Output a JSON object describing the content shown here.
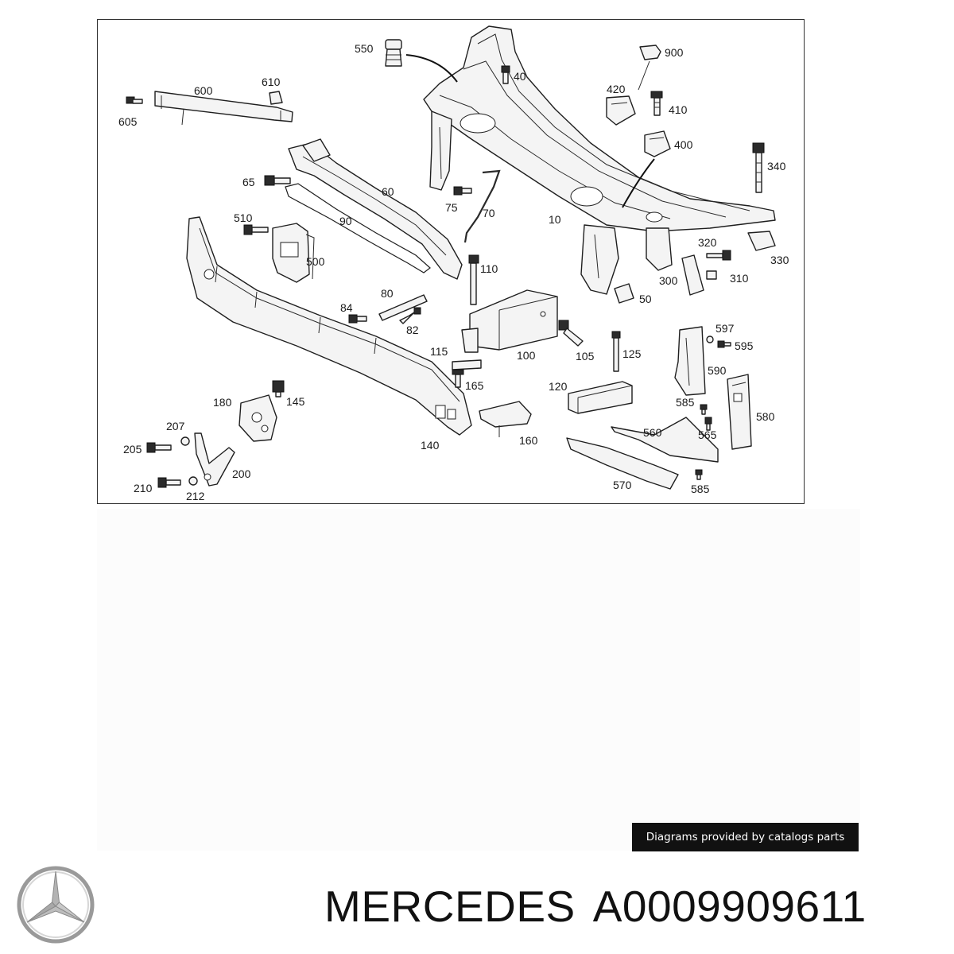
{
  "diagram": {
    "callouts": [
      {
        "id": "c550",
        "label": "550"
      },
      {
        "id": "c40",
        "label": "40"
      },
      {
        "id": "c900",
        "label": "900"
      },
      {
        "id": "c420",
        "label": "420"
      },
      {
        "id": "c410",
        "label": "410"
      },
      {
        "id": "c400",
        "label": "400"
      },
      {
        "id": "c340",
        "label": "340"
      },
      {
        "id": "c600",
        "label": "600"
      },
      {
        "id": "c610",
        "label": "610"
      },
      {
        "id": "c605",
        "label": "605"
      },
      {
        "id": "c65",
        "label": "65"
      },
      {
        "id": "c60",
        "label": "60"
      },
      {
        "id": "c75",
        "label": "75"
      },
      {
        "id": "c70",
        "label": "70"
      },
      {
        "id": "c10",
        "label": "10"
      },
      {
        "id": "c510",
        "label": "510"
      },
      {
        "id": "c90",
        "label": "90"
      },
      {
        "id": "c500",
        "label": "500"
      },
      {
        "id": "c110",
        "label": "110"
      },
      {
        "id": "c320",
        "label": "320"
      },
      {
        "id": "c330",
        "label": "330"
      },
      {
        "id": "c300",
        "label": "300"
      },
      {
        "id": "c310",
        "label": "310"
      },
      {
        "id": "c50",
        "label": "50"
      },
      {
        "id": "c80",
        "label": "80"
      },
      {
        "id": "c84",
        "label": "84"
      },
      {
        "id": "c82",
        "label": "82"
      },
      {
        "id": "c115",
        "label": "115"
      },
      {
        "id": "c100",
        "label": "100"
      },
      {
        "id": "c105",
        "label": "105"
      },
      {
        "id": "c125",
        "label": "125"
      },
      {
        "id": "c597",
        "label": "597"
      },
      {
        "id": "c595",
        "label": "595"
      },
      {
        "id": "c590",
        "label": "590"
      },
      {
        "id": "c165",
        "label": "165"
      },
      {
        "id": "c145",
        "label": "145"
      },
      {
        "id": "c180",
        "label": "180"
      },
      {
        "id": "c120",
        "label": "120"
      },
      {
        "id": "c585a",
        "label": "585"
      },
      {
        "id": "c580",
        "label": "580"
      },
      {
        "id": "c565",
        "label": "565"
      },
      {
        "id": "c560",
        "label": "560"
      },
      {
        "id": "c207",
        "label": "207"
      },
      {
        "id": "c205",
        "label": "205"
      },
      {
        "id": "c140",
        "label": "140"
      },
      {
        "id": "c160",
        "label": "160"
      },
      {
        "id": "c200",
        "label": "200"
      },
      {
        "id": "c210",
        "label": "210"
      },
      {
        "id": "c212",
        "label": "212"
      },
      {
        "id": "c570",
        "label": "570"
      },
      {
        "id": "c585b",
        "label": "585"
      }
    ]
  },
  "credit": "Diagrams provided by catalogs parts",
  "brand": "MERCEDES",
  "part_number": "A0009909611"
}
